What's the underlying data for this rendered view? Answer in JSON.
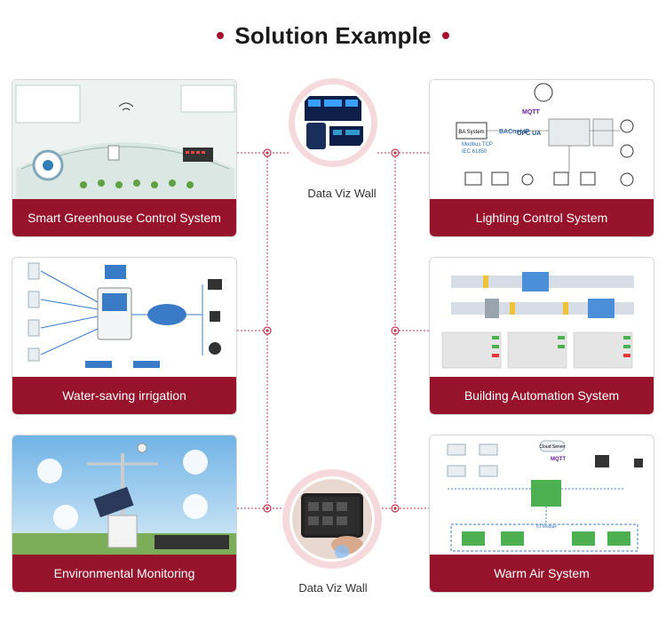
{
  "header": {
    "title": "Solution Example"
  },
  "hubs": [
    {
      "label": "Data Viz Wall"
    },
    {
      "label": "Data Viz Wall"
    }
  ],
  "cards": [
    {
      "caption": "Smart Greenhouse Control System"
    },
    {
      "caption": "Lighting Control System"
    },
    {
      "caption": "Water-saving irrigation"
    },
    {
      "caption": "Building Automation System"
    },
    {
      "caption": "Environmental Monitoring"
    },
    {
      "caption": "Warm Air System"
    }
  ],
  "diagram_labels": {
    "lighting_bacnet": "BACnet IP",
    "lighting_mqtt": "MQTT",
    "lighting_opcua": "OPC UA",
    "lighting_modbus": "Modbus TCP",
    "lighting_iec": "IEC 61850",
    "lighting_ba_system": "BA System",
    "warmair_mqtt": "MQTT",
    "warmair_cloud": "Cloud Server",
    "warmair_io": "IO Module"
  },
  "colors": {
    "accent": "#97122b",
    "dot": "#a3102c",
    "hub_ring": "#f6d9dd",
    "connector": "#c0354e"
  }
}
